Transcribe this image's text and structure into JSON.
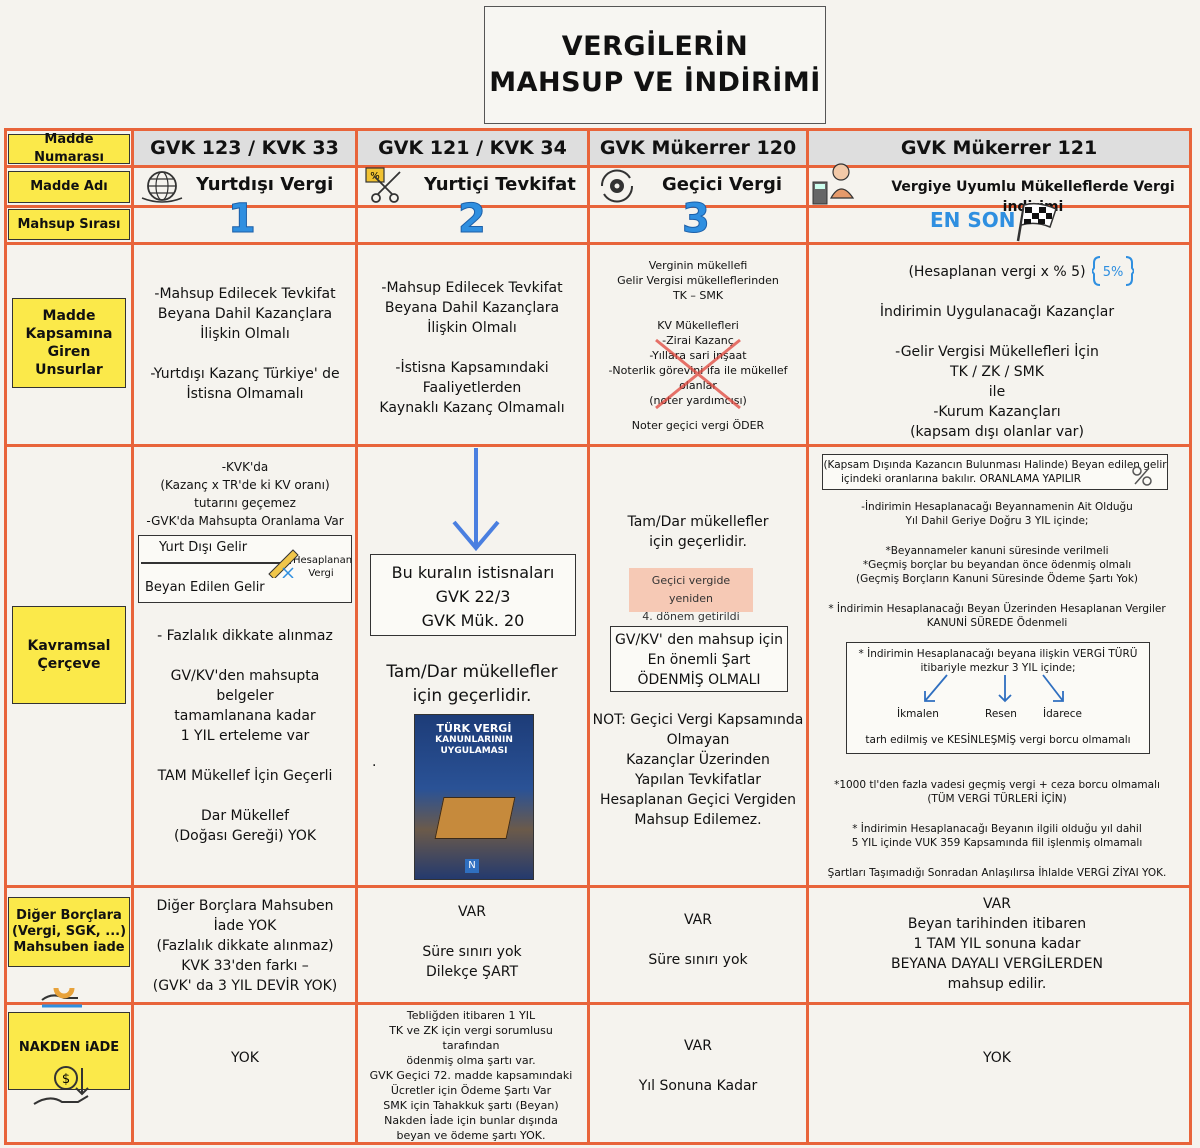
{
  "title": {
    "line1": "VERGİLERİN",
    "line2": "MAHSUP VE İNDİRİMİ"
  },
  "row_labels": {
    "madde_numarasi": "Madde Numarası",
    "madde_adi": "Madde Adı",
    "mahsup_sirasi": "Mahsup Sırası",
    "kapsam": "Madde Kapsamına Giren Unsurlar",
    "kavramsal": "Kavramsal Çerçeve",
    "diger": "Diğer Borçlara (Vergi, SGK, ...) Mahsuben iade",
    "nakden": "NAKDEN iADE"
  },
  "columns": [
    {
      "number": "GVK 123 / KVK 33",
      "name": "Yurtdışı Vergi",
      "order": "1",
      "icon": "globe-icon"
    },
    {
      "number": "GVK 121 / KVK 34",
      "name": "Yurtiçi Tevkifat",
      "order": "2",
      "icon": "scissors-percent-icon"
    },
    {
      "number": "GVK Mükerrer 120",
      "name": "Geçici Vergi",
      "order": "3",
      "icon": "gear-cycle-icon"
    },
    {
      "number": "GVK Mükerrer 121",
      "name": "Vergiye Uyumlu Mükelleflerde Vergi indirimi",
      "order": "EN SON",
      "icon": "checkered-flag-icon"
    }
  ],
  "kapsam": {
    "c1": [
      "-Mahsup Edilecek Tevkifat",
      "Beyana Dahil Kazançlara",
      "İlişkin Olmalı",
      "-Yurtdışı Kazanç Türkiye' de",
      "İstisna Olmamalı"
    ],
    "c2": [
      "-Mahsup Edilecek Tevkifat",
      "Beyana Dahil Kazançlara",
      "İlişkin Olmalı",
      "-İstisna Kapsamındaki",
      "Faaliyetlerden",
      "Kaynaklı Kazanç Olmamalı"
    ],
    "c3": [
      "Verginin mükellefi",
      "Gelir Vergisi mükelleflerinden",
      "TK – SMK",
      "KV Mükellefleri",
      "-Zirai Kazanç",
      "-Yıllara sari inşaat",
      "-Noterlik görevini ifa ile mükellef olanlar",
      "(noter yardımcısı)",
      "Noter geçici vergi ÖDER"
    ],
    "c4": [
      "(Hesaplanan vergi x % 5)",
      "İndirimin Uygulanacağı Kazançlar",
      "-Gelir Vergisi Mükellefleri İçin",
      "TK / ZK / SMK",
      "ile",
      "-Kurum Kazançları",
      "(kapsam dışı olanlar var)"
    ]
  },
  "kavramsal": {
    "c1": {
      "top": [
        "-KVK'da",
        "(Kazanç x TR'de ki KV oranı)",
        "tutarını geçemez",
        "-GVK'da Mahsupta Oranlama Var"
      ],
      "formula": {
        "numerator": "Yurt Dışı Gelir",
        "denominator": "Beyan Edilen Gelir",
        "multiplier": "Hesaplanan Vergi"
      },
      "bottom": [
        "- Fazlalık dikkate alınmaz",
        "GV/KV'den mahsupta belgeler",
        "tamamlanana kadar",
        "1 YIL erteleme var",
        "TAM Mükellef İçin Geçerli",
        "Dar Mükellef",
        "(Doğası Gereği) YOK"
      ]
    },
    "c2": {
      "box": [
        "Bu kuralın istisnaları",
        "GVK 22/3",
        "GVK Mük. 20"
      ],
      "bottom": [
        "Tam/Dar mükellefler",
        "için geçerlidir."
      ],
      "book": {
        "l1": "TÜRK VERGİ",
        "l2": "KANUNLARININ",
        "l3": "UYGULAMASI",
        "badge": "N"
      },
      "dot": "."
    },
    "c3": {
      "top": [
        "Tam/Dar mükellefler",
        "için geçerlidir."
      ],
      "note": [
        "Geçici vergide yeniden",
        "4. dönem getirildi"
      ],
      "box": [
        "GV/KV' den mahsup için",
        "En önemli Şart",
        "ÖDENMİŞ OLMALI"
      ],
      "bottom": [
        "NOT: Geçici Vergi Kapsamında",
        "Olmayan",
        "Kazançlar Üzerinden",
        "Yapılan Tevkifatlar",
        "Hesaplanan Geçici Vergiden",
        "Mahsup Edilemez."
      ]
    },
    "c4": {
      "box1": [
        "(Kapsam Dışında Kazancın Bulunması Halinde) Beyan edilen gelir",
        "içindeki oranlarına bakılır. ORANLAMA YAPILIR"
      ],
      "p1": [
        "-İndirimin Hesaplanacağı Beyannamenin Ait Olduğu",
        "Yıl Dahil Geriye Doğru 3 YIL içinde;"
      ],
      "p2": [
        "*Beyannameler kanuni süresinde verilmeli",
        "*Geçmiş borçlar bu beyandan önce ödenmiş olmalı",
        "(Geçmiş Borçların Kanuni Süresinde Ödeme Şartı Yok)"
      ],
      "p3": [
        "* İndirimin Hesaplanacağı Beyan Üzerinden Hesaplanan Vergiler",
        "KANUNİ SÜREDE Ödenmeli"
      ],
      "box2": [
        "* İndirimin Hesaplanacağı beyana ilişkin VERGİ TÜRÜ",
        "itibariyle mezkur 3 YIL içinde;"
      ],
      "arrows": [
        "İkmalen",
        "Resen",
        "İdarece"
      ],
      "box2_bottom": "tarh edilmiş ve KESİNLEŞMİŞ vergi borcu olmamalı",
      "p4": [
        "*1000 tl'den fazla vadesi geçmiş vergi + ceza borcu olmamalı",
        "(TÜM VERGİ TÜRLERİ İÇİN)"
      ],
      "p5": [
        "* İndirimin Hesaplanacağı Beyanın ilgili olduğu yıl dahil",
        "5 YIL içinde VUK 359 Kapsamında fiil işlenmiş olmamalı"
      ],
      "p6": "Şartları Taşımadığı Sonradan Anlaşılırsa İhlalde VERGİ ZİYAI YOK."
    }
  },
  "diger": {
    "c1": [
      "Diğer Borçlara Mahsuben",
      "İade YOK",
      "(Fazlalık dikkate alınmaz)",
      "KVK 33'den farkı –",
      "(GVK' da 3 YIL DEVİR YOK)"
    ],
    "c2": [
      "VAR",
      "Süre sınırı yok",
      "Dilekçe ŞART"
    ],
    "c3": [
      "VAR",
      "Süre sınırı yok"
    ],
    "c4": [
      "VAR",
      "Beyan tarihinden itibaren",
      "1 TAM YIL sonuna kadar",
      "BEYANA DAYALI VERGİLERDEN",
      "mahsup edilir."
    ]
  },
  "nakden": {
    "c1": "YOK",
    "c2": [
      "Tebliğden itibaren 1 YIL",
      "TK ve ZK için vergi sorumlusu tarafından",
      "ödenmiş olma şartı var.",
      "GVK Geçici 72. madde kapsamındaki",
      "Ücretler için Ödeme Şartı Var",
      "SMK  için Tahakkuk şartı (Beyan)",
      "Nakden İade için bunlar dışında",
      "beyan ve ödeme şartı YOK."
    ],
    "c3": [
      "VAR",
      "Yıl Sonuna Kadar"
    ],
    "c4": "YOK"
  },
  "colors": {
    "grid": "#e8643a",
    "label_bg": "#fbe94a",
    "accent_blue": "#2f8fe0",
    "note_bg": "#f6c9b5"
  }
}
